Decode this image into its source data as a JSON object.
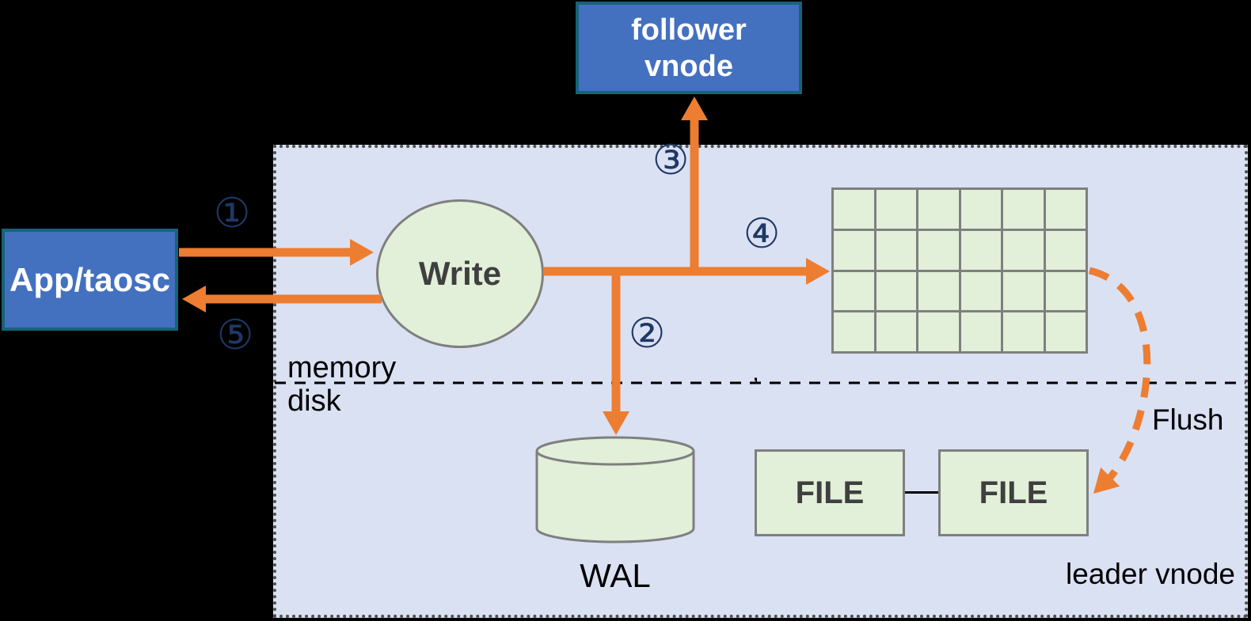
{
  "diagram_title": "leader vnode write flow",
  "colors": {
    "background": "#000000",
    "region_fill": "#dae1f3",
    "node_blue": "#4470c0",
    "node_blue_border": "#176379",
    "node_green": "#e2efd9",
    "shape_border_gray": "#7f7f7f",
    "arrow_orange": "#ed7d31",
    "step_navy": "#1f3864",
    "text_dark": "#3f3f3f"
  },
  "nodes": {
    "follower_vnode": {
      "line1": "follower",
      "line2": "vnode"
    },
    "app_taosc": {
      "label": "App/taosc"
    },
    "write": {
      "label": "Write"
    },
    "wal": {
      "label": "WAL"
    },
    "file_left": {
      "label": "FILE"
    },
    "file_right": {
      "label": "FILE"
    }
  },
  "labels": {
    "memory": "memory",
    "disk": "disk",
    "flush": "Flush",
    "leader_vnode": "leader vnode",
    "divider_comma": ","
  },
  "steps": {
    "s1": "①",
    "s2": "②",
    "s3": "③",
    "s4": "④",
    "s5": "⑤"
  },
  "grid": {
    "rows": 4,
    "cols": 6
  }
}
